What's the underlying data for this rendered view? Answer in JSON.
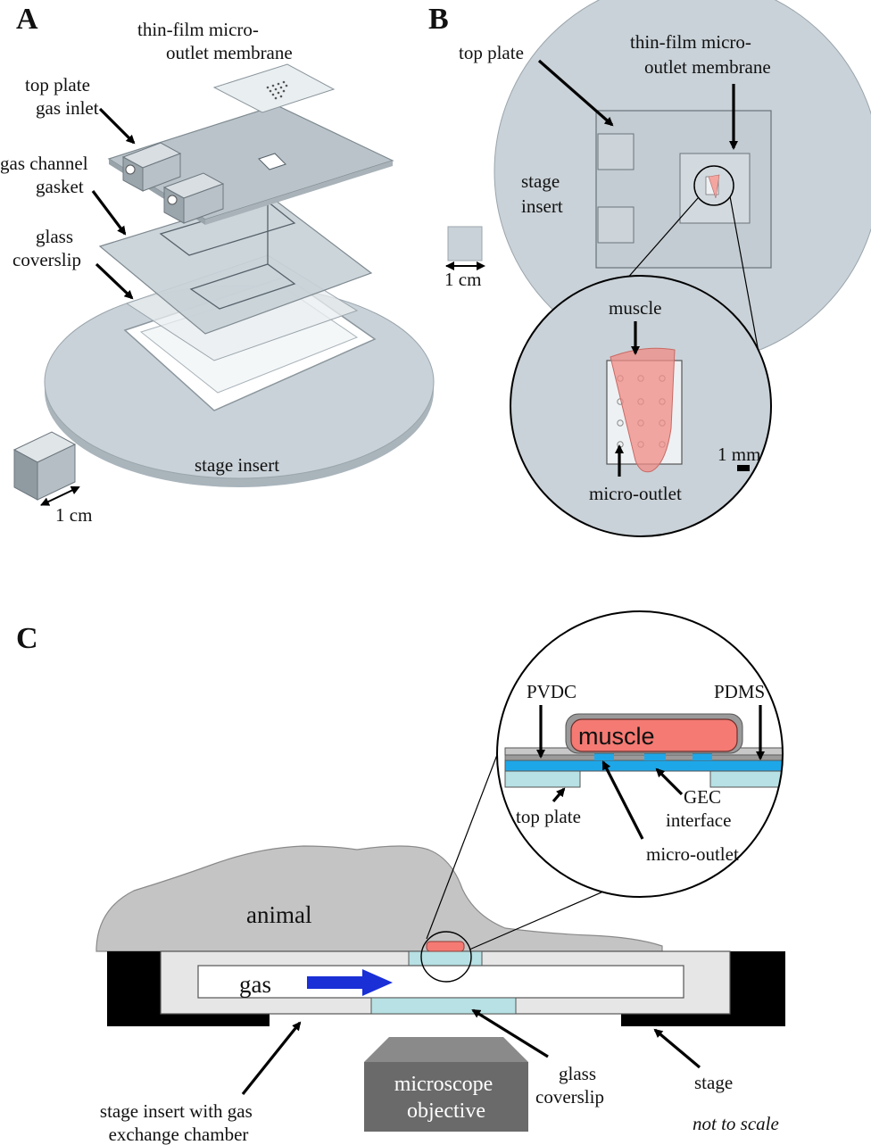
{
  "panel_a": {
    "letter": "A",
    "membrane_label": [
      "thin-film micro-",
      "outlet membrane"
    ],
    "top_plate_label": [
      "top plate",
      "gas inlet"
    ],
    "gasket_label": [
      "gas channel",
      "gasket"
    ],
    "coverslip_label": [
      "glass",
      "coverslip"
    ],
    "stage_insert_label": "stage insert",
    "scale_label": "1 cm"
  },
  "panel_b": {
    "letter": "B",
    "top_plate_label": "top plate",
    "membrane_label": [
      "thin-film micro-",
      "outlet membrane"
    ],
    "stage_insert_label": [
      "stage",
      "insert"
    ],
    "scale_label": "1 cm",
    "muscle_label": "muscle",
    "micro_outlet_label": "micro-outlet",
    "mm_scale_label": "1 mm"
  },
  "panel_c": {
    "letter": "C",
    "pvdc_label": "PVDC",
    "pdms_label": "PDMS",
    "muscle_label": "muscle",
    "top_plate_label": "top plate",
    "gec_label": [
      "GEC",
      "interface"
    ],
    "micro_outlet_label": "micro-outlet",
    "animal_label": "animal",
    "gas_label": "gas",
    "stage_insert_label": [
      "stage insert with gas",
      "exchange chamber"
    ],
    "coverslip_label": [
      "glass",
      "coverslip"
    ],
    "stage_label": "stage",
    "objective_label": [
      "microscope",
      "objective"
    ],
    "note": "not to scale"
  },
  "colors": {
    "plate_gray": "#c7d0d6",
    "muscle_red": "#f47a73",
    "gas_blue": "#1ea7e8",
    "cyan_glass": "#b7e1e4",
    "arrow_blue": "#1a2fd6"
  }
}
